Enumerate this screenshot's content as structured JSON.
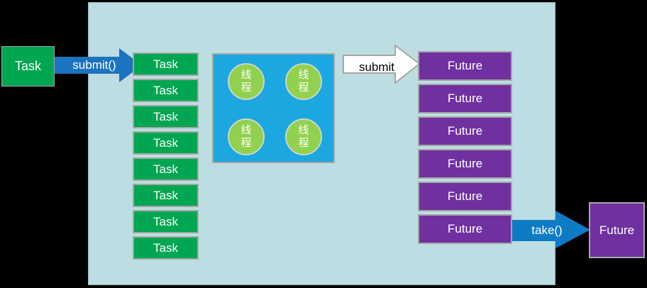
{
  "colors": {
    "canvas-black": "#000000",
    "panel-cyan": "#BCDEE2",
    "panel-border": "#93B5B9",
    "box-green": "#00A651",
    "thread-green": "#92D050",
    "thread-border": "#CBD6CB",
    "pool-blue": "#1CA7E0",
    "purple": "#7030A0",
    "submit-arrow-blue": "#1C73BE",
    "take-arrow-blue": "#0D7CC4",
    "border-gray": "#A6A6A6"
  },
  "source_task": {
    "label": "Task"
  },
  "arrows": {
    "submit_call": {
      "label": "submit()"
    },
    "submit": {
      "label": "submit"
    },
    "take_call": {
      "label": "take()"
    }
  },
  "task_queue": {
    "items": [
      "Task",
      "Task",
      "Task",
      "Task",
      "Task",
      "Task",
      "Task",
      "Task"
    ]
  },
  "thread_pool": {
    "threads": [
      "线程",
      "线程",
      "线程",
      "线程"
    ]
  },
  "future_queue": {
    "items": [
      "Future",
      "Future",
      "Future",
      "Future",
      "Future",
      "Future"
    ]
  },
  "result_future": {
    "label": "Future"
  }
}
